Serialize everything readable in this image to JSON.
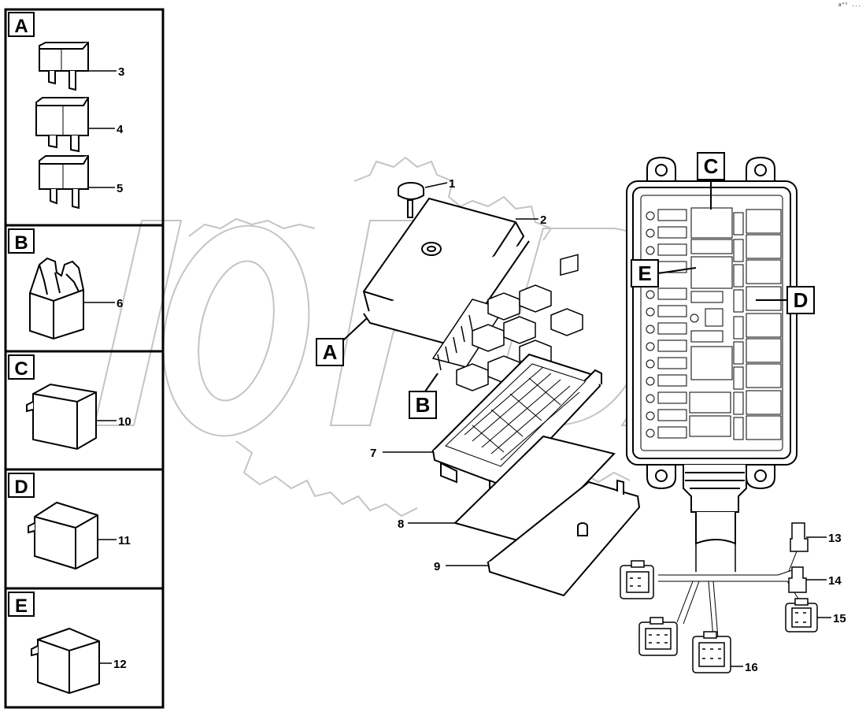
{
  "corner_mark": "a⁴⁰ ...",
  "callout_letters": [
    "A",
    "B",
    "C",
    "D",
    "E"
  ],
  "part_numbers": [
    "1",
    "2",
    "3",
    "4",
    "5",
    "6",
    "7",
    "8",
    "9",
    "10",
    "11",
    "12",
    "13",
    "14",
    "15",
    "16"
  ],
  "watermark": "OPEX",
  "colors": {
    "line": "#000000",
    "watermark": "#c8c8c8",
    "background": "#ffffff"
  },
  "icons": [
    "fuse-icon",
    "fuse-holder-icon",
    "relay-icon",
    "connector-icon",
    "fuse-box-icon"
  ]
}
